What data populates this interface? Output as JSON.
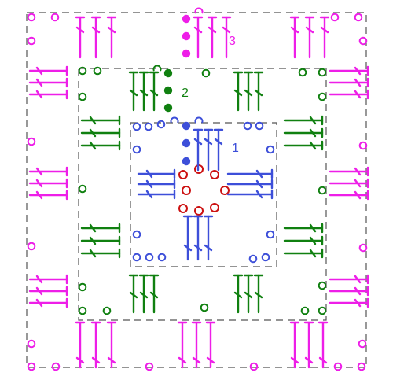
{
  "diagram": {
    "rounds": [
      {
        "label": "1",
        "color": "#3d4fd9"
      },
      {
        "label": "2",
        "color": "#108010"
      },
      {
        "label": "3",
        "color": "#ee1ee8"
      }
    ],
    "center_ring_color": "#cc1111",
    "outline_color": "#555555",
    "legend_symbols": [
      "chain-stitch-icon",
      "slip-stitch-icon",
      "double-crochet-icon",
      "chain-start-icon"
    ]
  }
}
